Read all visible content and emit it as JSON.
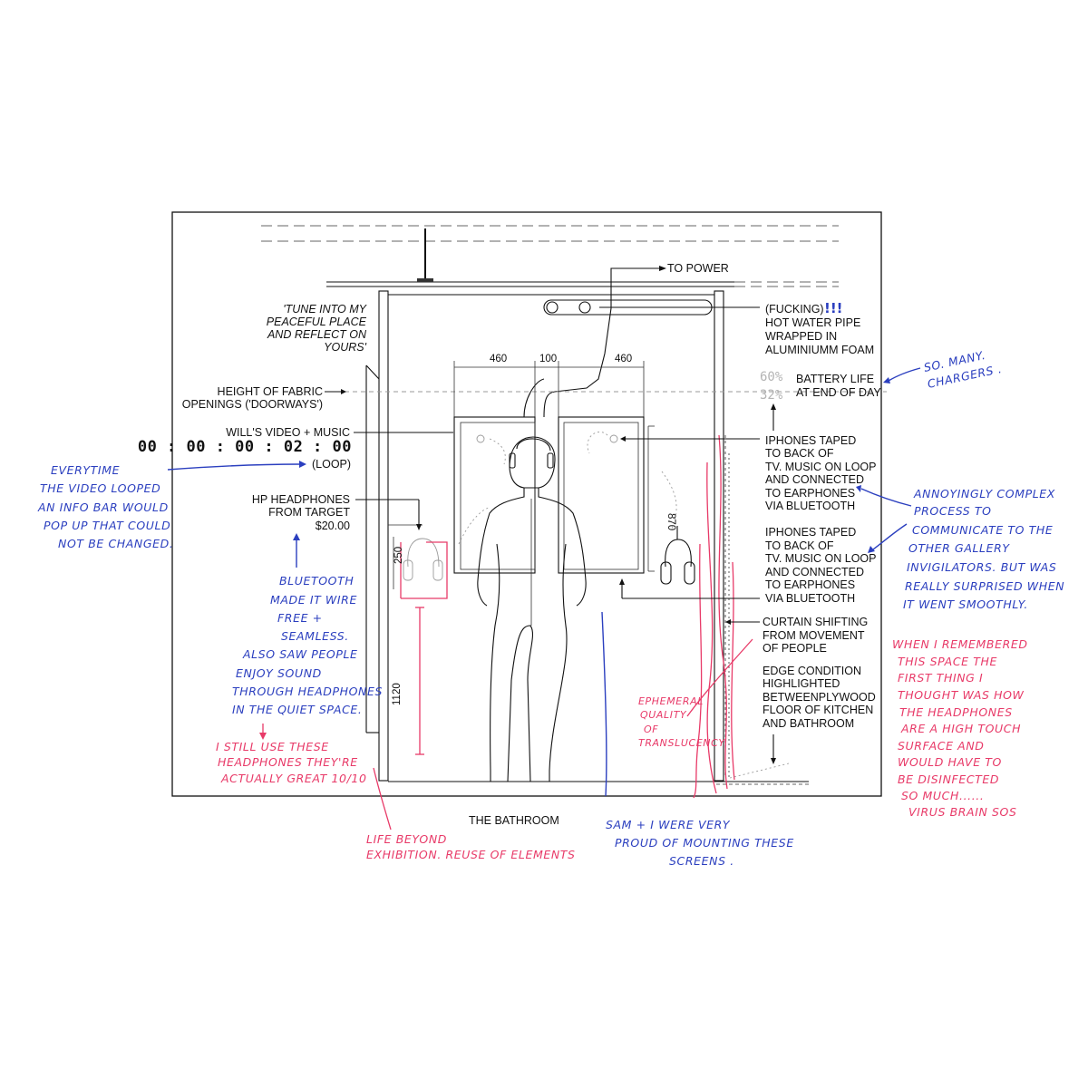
{
  "annotations": {
    "to_power": "TO POWER",
    "hot_water_prefix": "(FUCKING)",
    "hot_water_exclaim": "!!!",
    "hot_water_lines": [
      "HOT WATER PIPE",
      "WRAPPED IN",
      "ALUMINIUMM FOAM"
    ],
    "quote_lines": [
      "'TUNE INTO MY",
      "PEACEFUL PLACE",
      "AND REFLECT ON",
      "YOURS'"
    ],
    "fabric_lines": [
      "HEIGHT OF FABRIC",
      "OPENINGS ('DOORWAYS')"
    ],
    "battery_values": [
      "60%",
      "32%"
    ],
    "battery_lines": [
      "BATTERY LIFE",
      "AT END OF DAY"
    ],
    "video_label": "WILL'S VIDEO + MUSIC",
    "video_timer": "00 : 00 : 00 : 02 : 00",
    "video_loop": "(LOOP)",
    "iphones_1": [
      "IPHONES TAPED",
      "TO BACK OF",
      "TV. MUSIC ON LOOP",
      "AND CONNECTED",
      "TO EARPHONES",
      "VIA BLUETOOTH"
    ],
    "iphones_2": [
      "IPHONES TAPED",
      "TO BACK OF",
      "TV. MUSIC ON LOOP",
      "AND CONNECTED",
      "TO EARPHONES",
      "VIA BLUETOOTH"
    ],
    "headphones_lines": [
      "HP HEADPHONES",
      "FROM TARGET",
      "$20.00"
    ],
    "curtain_lines": [
      "CURTAIN SHIFTING",
      "FROM MOVEMENT",
      "OF PEOPLE"
    ],
    "edge_lines": [
      "EDGE CONDITION",
      "HIGHLIGHTED",
      "BETWEENPLYWOOD",
      "FLOOR OF KITCHEN",
      "AND BATHROOM"
    ],
    "bathroom": "THE BATHROOM"
  },
  "dimensions": {
    "w_left": "460",
    "w_mid": "100",
    "w_right": "460",
    "h_screen": "870",
    "h_headphone": "250",
    "h_floor": "1120"
  },
  "handwritten": {
    "so_many": [
      "SO. MANY.",
      "CHARGERS ."
    ],
    "everytime": [
      "EVERYTIME",
      "THE VIDEO LOOPED",
      "AN INFO BAR WOULD",
      "POP UP THAT COULD",
      "NOT BE CHANGED."
    ],
    "annoyingly": [
      "ANNOYINGLY COMPLEX",
      "PROCESS TO",
      "COMMUNICATE TO THE",
      "OTHER GALLERY",
      "INVIGILATORS. BUT WAS",
      "REALLY SURPRISED WHEN",
      "IT WENT SMOOTHLY."
    ],
    "bluetooth": [
      "BLUETOOTH",
      "MADE IT WIRE",
      "FREE +",
      "SEAMLESS.",
      "ALSO SAW PEOPLE",
      "ENJOY SOUND",
      "THROUGH HEADPHONES",
      "IN THE QUIET SPACE."
    ],
    "still_use": [
      "I STILL USE THESE",
      "HEADPHONES THEY'RE",
      "ACTUALLY GREAT 10/10"
    ],
    "when_remembered": [
      "WHEN I REMEMBERED",
      "THIS SPACE THE",
      "FIRST THING I",
      "THOUGHT WAS HOW",
      "THE HEADPHONES",
      "ARE A HIGH TOUCH",
      "SURFACE AND",
      "WOULD HAVE TO",
      "BE DISINFECTED",
      "SO MUCH......",
      "VIRUS BRAIN SOS"
    ],
    "ephemeral": [
      "EPHEMERAL",
      "QUALITY",
      "OF",
      "TRANSLUCENCY"
    ],
    "life_beyond": [
      "LIFE BEYOND",
      "EXHIBITION. REUSE OF ELEMENTS"
    ],
    "sam": [
      "SAM + I WERE VERY",
      "PROUD OF MOUNTING THESE",
      "SCREENS ."
    ]
  },
  "colors": {
    "ink": "#111111",
    "blue_pen": "#2b3fbf",
    "red_pen": "#e83a68",
    "battery_grey": "#b4b4b4"
  }
}
